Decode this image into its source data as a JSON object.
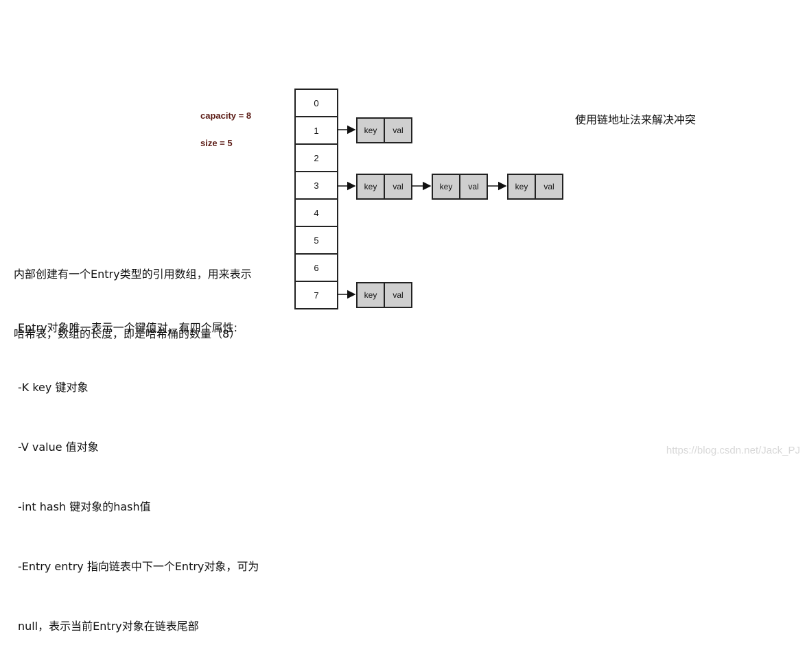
{
  "capacity_label": "capacity = 8",
  "size_label": "size = 5",
  "array_indices": [
    "0",
    "1",
    "2",
    "3",
    "4",
    "5",
    "6",
    "7"
  ],
  "node_key": "key",
  "node_val": "val",
  "method_note": "使用链地址法来解决冲突",
  "desc_lines": [
    "内部创建有一个Entry类型的引用数组，用来表示",
    "哈希表，数组的长度，即是哈希桶的数量（8）"
  ],
  "entry_lines": [
    "Entry对象唯一表示一个键值对，有四个属性:",
    "-K key 键对象",
    "-V value 值对象",
    "-int hash 键对象的hash值",
    "-Entry entry 指向链表中下一个Entry对象，可为",
    "null，表示当前Entry对象在链表尾部"
  ],
  "watermark": "https://blog.csdn.net/Jack_PJ",
  "colors": {
    "label": "#5a1a14",
    "node_fill": "#cfcfcf",
    "border": "#222222"
  }
}
